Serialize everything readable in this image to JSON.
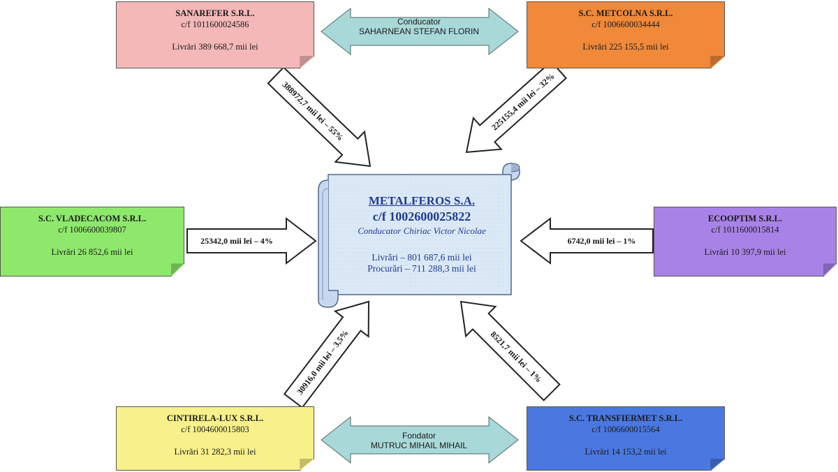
{
  "hub": {
    "name": "METALFEROS  S.A.",
    "code": "c/f 1002600025822",
    "leader": "Conducator Chiriac Victor Nicolae",
    "deliveries": "Livrări  – 801  687,6  mii  lei",
    "purchases": "Procurări  – 711  288,3  mii  lei"
  },
  "companies": {
    "sanarefer": {
      "name": "SANAREFER  S.R.L.",
      "code": "c/f 1011600024586",
      "deliveries": "Livrări 389 668,7 mii lei",
      "color": "#f4b8b8"
    },
    "metcolna": {
      "name": "S.C. METCOLNA S.R.L.",
      "code": "c/f 1006600034444",
      "deliveries": "Livrări 225 155,5 mii lei",
      "color": "#f0893a"
    },
    "vladecacom": {
      "name": "S.C. VLADECACOM  S.R.L.",
      "code": "c/f 1006600039807",
      "deliveries": "Livrări 26 852,6 mii lei",
      "color": "#8ee86c"
    },
    "ecooptim": {
      "name": "ECOOPTIM S.R.L.",
      "code": "c/f 1011600015814",
      "deliveries": "Livrări 10 397,9 mii lei",
      "color": "#a882e6"
    },
    "cintirela": {
      "name": "CINTIRELA-LUX  S.R.L.",
      "code": "c/f 1004600015803",
      "deliveries": "Livrări 31 282,3 mii lei",
      "color": "#f8f08a"
    },
    "transfiermet": {
      "name": "S.C. TRANSFIERMET  S.R.L.",
      "code": "c/f 1006600015564",
      "deliveries": "Livrări 14 153,2 mii lei",
      "color": "#4a78e0"
    }
  },
  "flows": {
    "sanarefer": "388972,7 mii lei – 55%",
    "metcolna": "225155,4 mii lei – 32%",
    "vladecacom": "25342,0 mii lei – 4%",
    "ecooptim": "6742,0 mii lei – 1%",
    "cintirela": "30916,0 mii lei – 3,5%",
    "transfiermet": "8521,7 mii lei – 1%"
  },
  "links": {
    "top": {
      "role": "Conducator",
      "person": "SAHARNEAN STEFAN FLORIN"
    },
    "bottom": {
      "role": "Fondator",
      "person": "MUTRUC MIHAIL MIHAIL"
    }
  },
  "colors": {
    "link_arrow": "#a9d8d8",
    "scroll_fill": "#dce9f7",
    "scroll_edge": "#6c84a8",
    "hub_text": "#1f3d8f"
  }
}
